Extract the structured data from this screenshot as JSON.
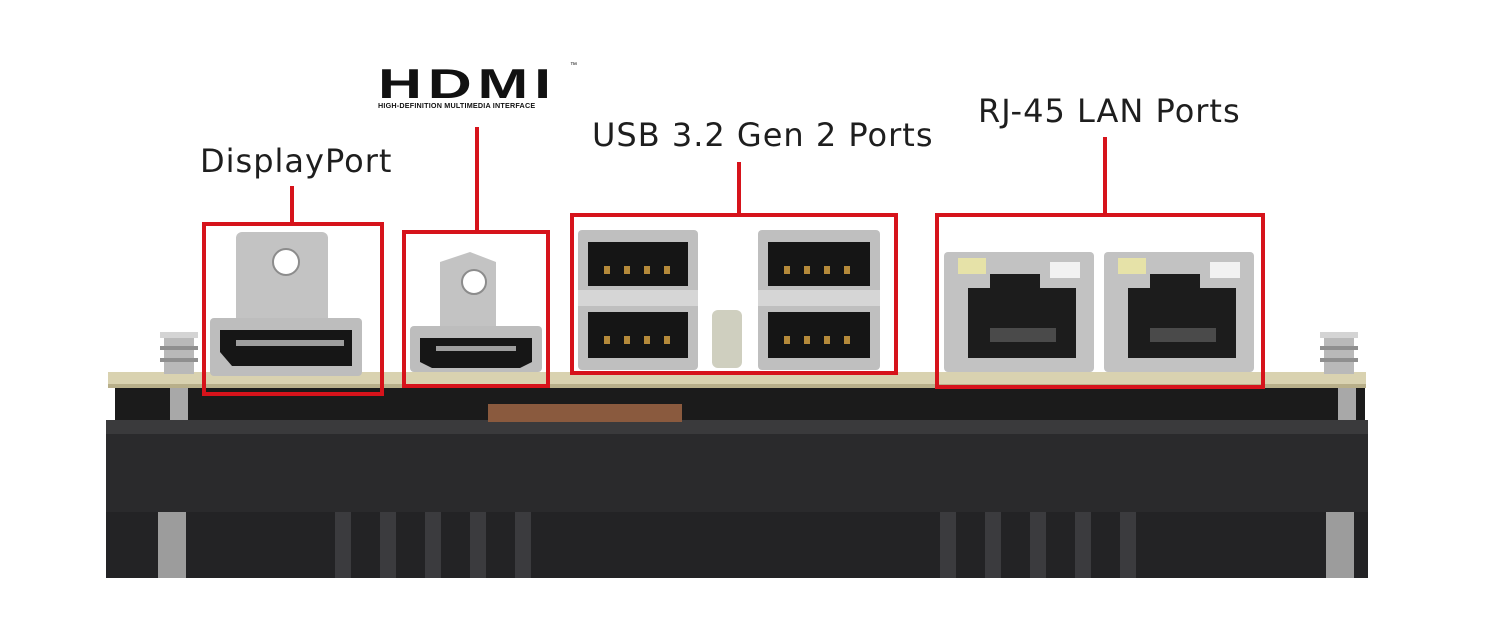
{
  "labels": {
    "displayport": "DisplayPort",
    "usb": "USB 3.2 Gen 2 Ports",
    "lan": "RJ-45 LAN Ports"
  },
  "hdmi_logo": {
    "wordmark": "HDMI",
    "trademark": "™",
    "subtitle": "HIGH-DEFINITION MULTIMEDIA INTERFACE"
  },
  "colors": {
    "highlight": "#d6131b",
    "heatsink": "#2a2a2c",
    "pcb": "#d9d2b0",
    "metal": "#b9b9b9"
  }
}
